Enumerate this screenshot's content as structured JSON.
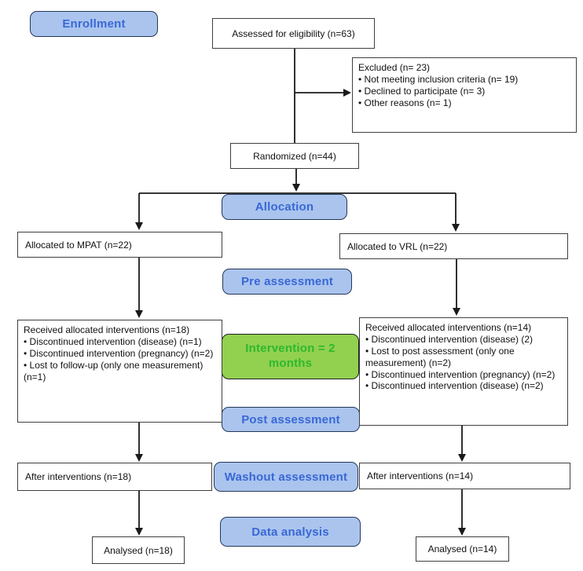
{
  "banners": {
    "enrollment": "Enrollment",
    "allocation": "Allocation",
    "pre_assessment": "Pre assessment",
    "intervention": "Intervention = 2 months",
    "post_assessment": "Post assessment",
    "washout": "Washout assessment",
    "data_analysis": "Data analysis"
  },
  "boxes": {
    "assessed": "Assessed for eligibility (n=63)",
    "excluded": {
      "title": "Excluded  (n= 23)",
      "bullets": [
        "Not meeting inclusion criteria (n= 19)",
        "Declined to participate (n= 3)",
        "Other reasons (n= 1)"
      ]
    },
    "randomized": "Randomized (n=44)",
    "allocated_mpat": "Allocated to MPAT (n=22)",
    "allocated_vrl": "Allocated to VRL (n=22)",
    "received_mpat": {
      "title": "Received allocated interventions (n=18)",
      "bullets": [
        "Discontinued intervention (disease) (n=1)",
        "Discontinued intervention (pregnancy) (n=2)",
        "Lost to follow-up (only one measurement) (n=1)"
      ]
    },
    "received_vrl": {
      "title": "Received allocated interventions (n=14)",
      "bullets": [
        "Discontinued intervention (disease) (2)",
        "Lost to post assessment (only one measurement) (n=2)",
        "Discontinued intervention (pregnancy) (n=2)",
        "Discontinued intervention (disease) (n=2)"
      ]
    },
    "after_mpat": "After interventions (n=18)",
    "after_vrl": "After interventions (n=14)",
    "analysed_mpat": "Analysed (n=18)",
    "analysed_vrl": "Analysed (n=14)"
  },
  "colors": {
    "banner_fill": "#aac4ee",
    "banner_border": "#253858",
    "banner_text": "#3968d5",
    "green_fill": "#92d050",
    "green_border": "#1f1f1f",
    "green_text": "#2db92d",
    "line": "#1a1a1a"
  }
}
